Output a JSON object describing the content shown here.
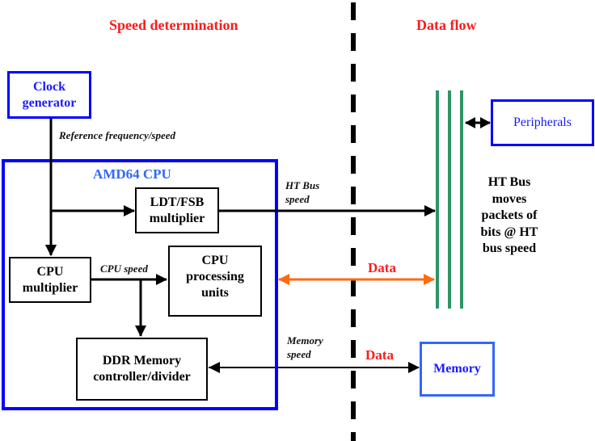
{
  "headings": {
    "left": "Speed determination",
    "right": "Data flow"
  },
  "colors": {
    "heading": "#ff1a1a",
    "cpu_border": "#0000ff",
    "cpu_title": "#3366ff",
    "bus_green": "#2e9466",
    "data_orange": "#ff6a13",
    "data_label": "#ff1a1a",
    "memory_border": "#3366ff",
    "peripherals_border": "#0000ff"
  },
  "blocks": {
    "clock": {
      "line1": "Clock",
      "line2": "generator"
    },
    "cpu_container": {
      "title": "AMD64 CPU"
    },
    "ldt": {
      "line1": "LDT/FSB",
      "line2": "multiplier"
    },
    "cpu_mult": {
      "line1": "CPU",
      "line2": "multiplier"
    },
    "cpu_proc": {
      "line1": "CPU",
      "line2": "processing",
      "line3": "units"
    },
    "ddr": {
      "line1": "DDR Memory",
      "line2": "controller/divider"
    },
    "peripherals": {
      "label": "Peripherals"
    },
    "memory": {
      "label": "Memory"
    }
  },
  "labels": {
    "reference": "Reference frequency/speed",
    "cpu_speed": "CPU speed",
    "ht_bus_speed_1": "HT Bus",
    "ht_bus_speed_2": "speed",
    "memory_speed_1": "Memory",
    "memory_speed_2": "speed",
    "data_ht": "Data",
    "data_mem": "Data",
    "ht_desc": [
      "HT Bus",
      "moves",
      "packets of",
      "bits @ HT",
      "bus speed"
    ]
  }
}
